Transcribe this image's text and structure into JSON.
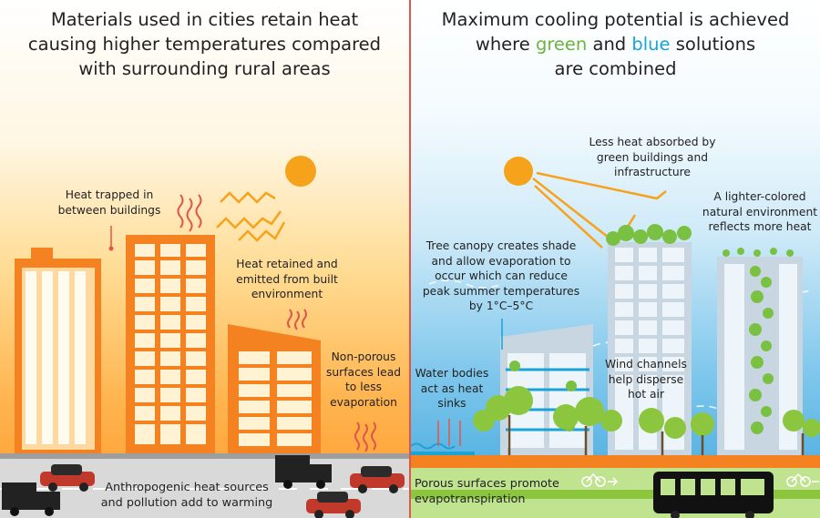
{
  "left": {
    "title_lines": [
      "Materials used in cities retain heat",
      "causing higher temperatures compared",
      "with surrounding rural areas"
    ],
    "labels": {
      "heat_trapped": [
        "Heat trapped in",
        "between buildings"
      ],
      "heat_retained": [
        "Heat retained and",
        "emitted from built",
        "environment"
      ],
      "non_porous": [
        "Non-porous",
        "surfaces lead",
        "to less",
        "evaporation"
      ],
      "anthropogenic": [
        "Anthropogenic heat sources",
        "and pollution add to warming"
      ]
    }
  },
  "right": {
    "title": {
      "line1": "Maximum cooling potential is achieved",
      "line2_prefix": "where ",
      "green": "green",
      "line2_mid": " and ",
      "blue": "blue",
      "line2_suffix": " solutions",
      "line3": "are combined"
    },
    "labels": {
      "less_heat": [
        "Less heat absorbed by",
        "green buildings and",
        "infrastructure"
      ],
      "lighter_colored": [
        "A lighter-colored",
        "natural environment",
        "reflects more heat"
      ],
      "tree_canopy": [
        "Tree canopy creates shade",
        "and allow evaporation to",
        "occur which can reduce",
        "peak summer temperatures",
        "by 1°C–5°C"
      ],
      "water_bodies": [
        "Water bodies",
        "act as heat",
        "sinks"
      ],
      "wind_channels": [
        "Wind channels",
        "help disperse",
        "hot air"
      ],
      "porous": [
        "Porous surfaces promote",
        "evapotranspiration"
      ]
    }
  },
  "colors": {
    "divider": "#e0564a",
    "sun": "#f7a21b",
    "green_accent": "#6db33f",
    "blue_accent": "#1aa3d6",
    "hot_building": "#f58220",
    "cool_building": "#c7d6e0"
  },
  "icons": [
    "sun-icon",
    "heat-wave-icon",
    "car-icon",
    "truck-icon",
    "bus-icon",
    "bicycle-icon",
    "tree-icon",
    "water-wave-icon"
  ]
}
